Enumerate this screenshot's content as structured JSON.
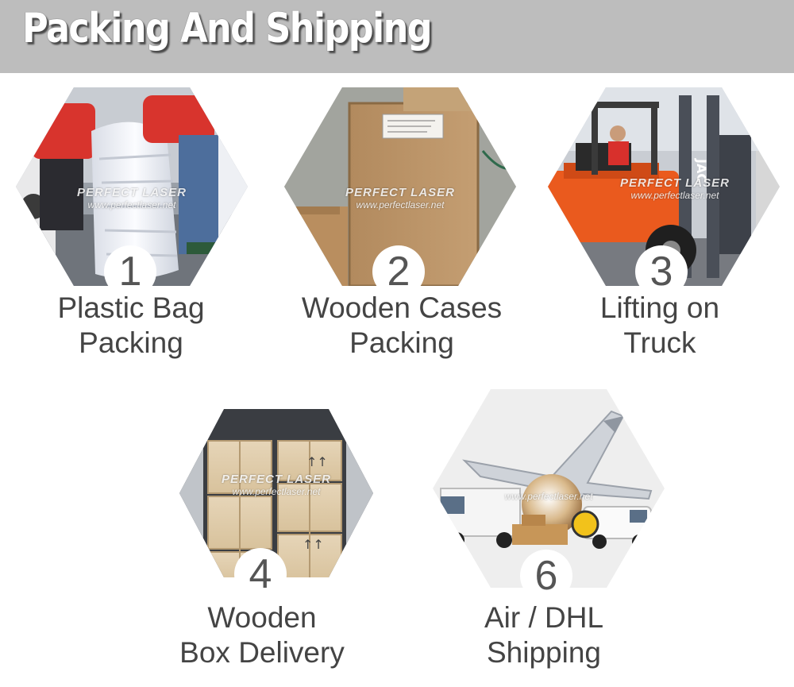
{
  "header": {
    "title": "Packing And Shipping"
  },
  "watermark": {
    "brand": "PERFECT LASER",
    "url": "www.perfectlaser.net"
  },
  "steps": [
    {
      "number": "1",
      "line1": "Plastic Bag",
      "line2": "Packing"
    },
    {
      "number": "2",
      "line1": "Wooden Cases",
      "line2": "Packing"
    },
    {
      "number": "3",
      "line1": "Lifting on",
      "line2": "Truck"
    },
    {
      "number": "4",
      "line1": "Wooden",
      "line2": "Box Delivery"
    },
    {
      "number": "6",
      "line1": "Air / DHL",
      "line2": "Shipping"
    }
  ],
  "labels": {
    "crate_label": "Perfect Laser",
    "forklift_brand": "JAC"
  }
}
